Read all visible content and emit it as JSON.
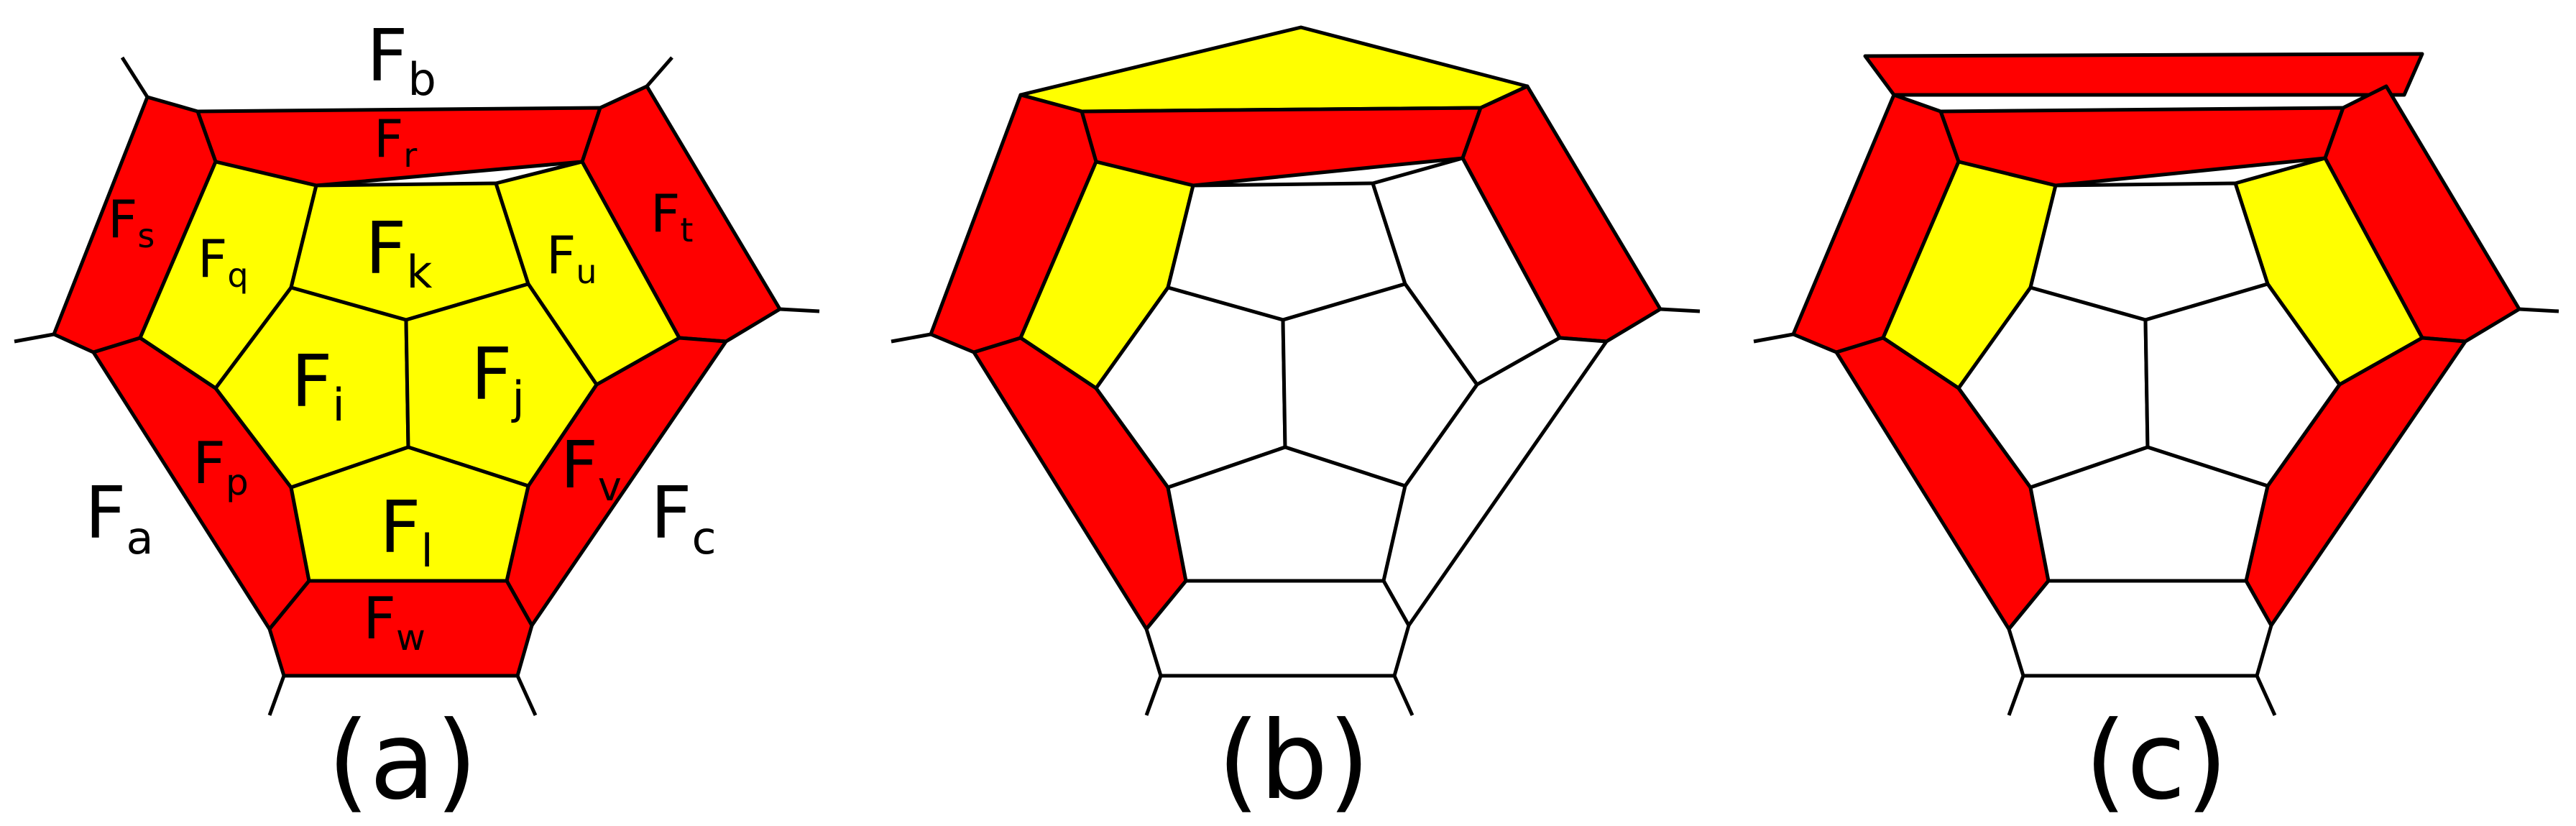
{
  "colors": {
    "red": "#ff0000",
    "yellow": "#ffff00",
    "white": "#ffffff",
    "stroke": "#000000"
  },
  "panel_a": {
    "caption": "(a)",
    "labels": {
      "b": {
        "base": "F",
        "sub": "b"
      },
      "r": {
        "base": "F",
        "sub": "r"
      },
      "s": {
        "base": "F",
        "sub": "s"
      },
      "t": {
        "base": "F",
        "sub": "t"
      },
      "q": {
        "base": "F",
        "sub": "q"
      },
      "k": {
        "base": "F",
        "sub": "k"
      },
      "u": {
        "base": "F",
        "sub": "u"
      },
      "i": {
        "base": "F",
        "sub": "i"
      },
      "j": {
        "base": "F",
        "sub": "j"
      },
      "p": {
        "base": "F",
        "sub": "p"
      },
      "v": {
        "base": "F",
        "sub": "v"
      },
      "a": {
        "base": "F",
        "sub": "a"
      },
      "c": {
        "base": "F",
        "sub": "c"
      },
      "l": {
        "base": "F",
        "sub": "l"
      },
      "w": {
        "base": "F",
        "sub": "w"
      }
    }
  },
  "panel_b": {
    "caption": "(b)"
  },
  "panel_c": {
    "caption": "(c)"
  }
}
